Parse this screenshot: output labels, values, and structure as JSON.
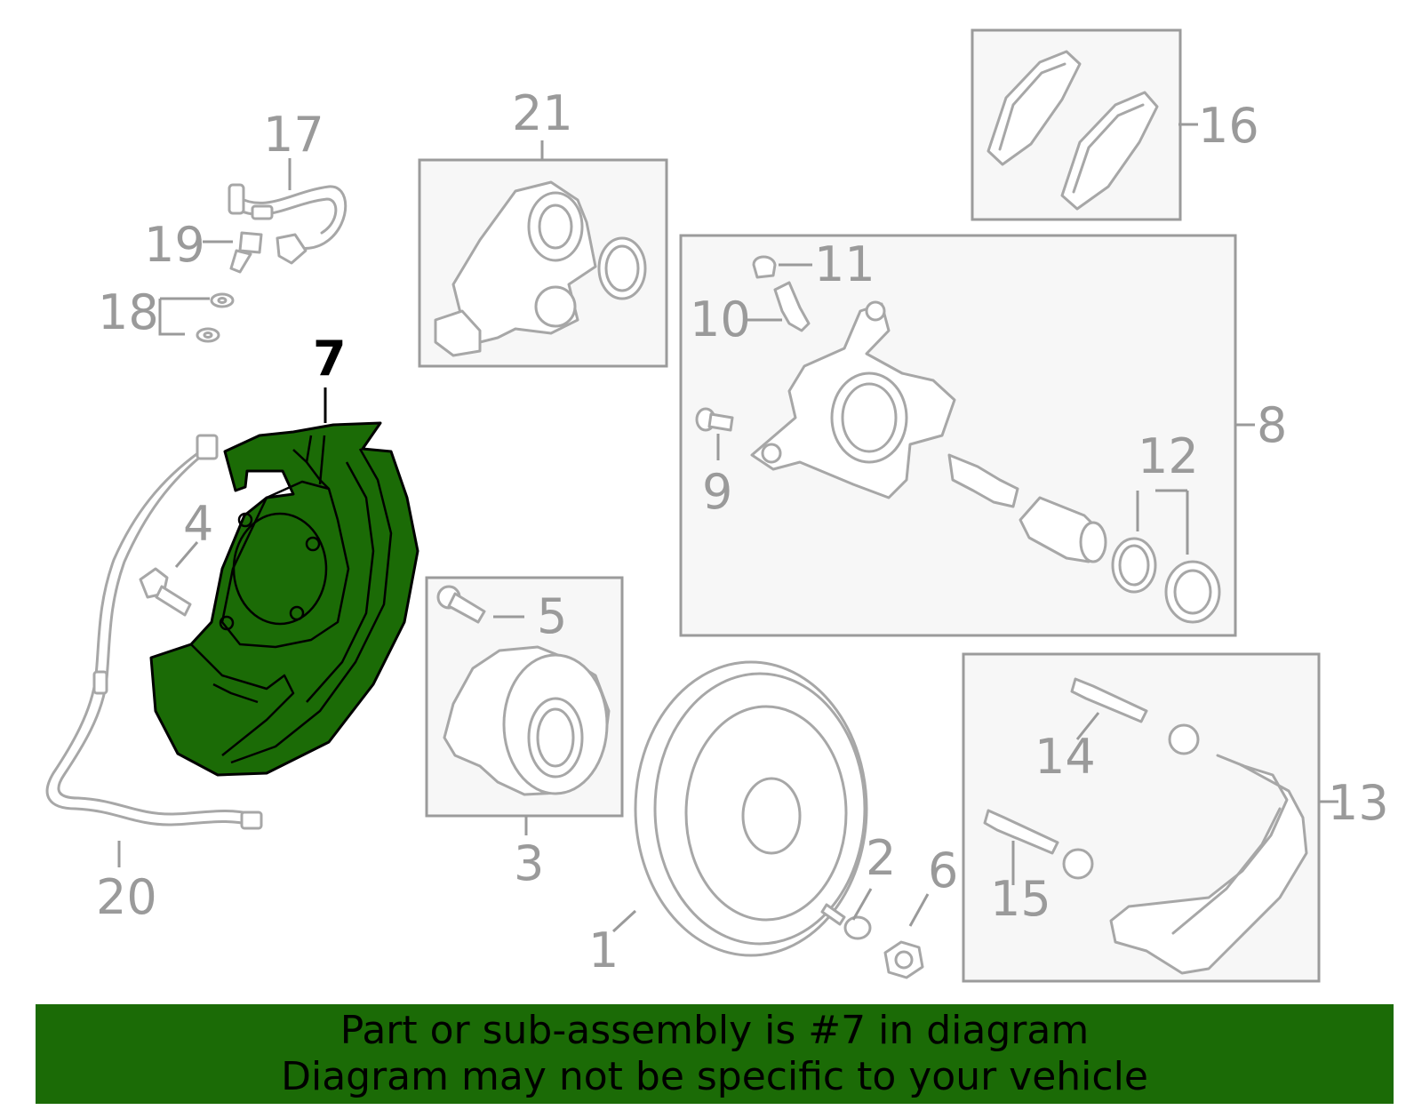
{
  "diagram": {
    "highlighted_part": "7",
    "callouts": [
      {
        "id": "1",
        "label": "1"
      },
      {
        "id": "2",
        "label": "2"
      },
      {
        "id": "3",
        "label": "3"
      },
      {
        "id": "4",
        "label": "4"
      },
      {
        "id": "5",
        "label": "5"
      },
      {
        "id": "6",
        "label": "6"
      },
      {
        "id": "7",
        "label": "7"
      },
      {
        "id": "8",
        "label": "8"
      },
      {
        "id": "9",
        "label": "9"
      },
      {
        "id": "10",
        "label": "10"
      },
      {
        "id": "11",
        "label": "11"
      },
      {
        "id": "12",
        "label": "12"
      },
      {
        "id": "13",
        "label": "13"
      },
      {
        "id": "14",
        "label": "14"
      },
      {
        "id": "15",
        "label": "15"
      },
      {
        "id": "16",
        "label": "16"
      },
      {
        "id": "17",
        "label": "17"
      },
      {
        "id": "18",
        "label": "18"
      },
      {
        "id": "19",
        "label": "19"
      },
      {
        "id": "20",
        "label": "20"
      },
      {
        "id": "21",
        "label": "21"
      }
    ],
    "colors": {
      "highlight": "#1b6b06",
      "line": "#a7a7a7",
      "box_fill": "#f7f7f7",
      "box_stroke": "#9b9b9b"
    }
  },
  "banner": {
    "line1": "Part or sub-assembly is #7 in diagram",
    "line2": "Diagram may not be specific to your vehicle"
  }
}
